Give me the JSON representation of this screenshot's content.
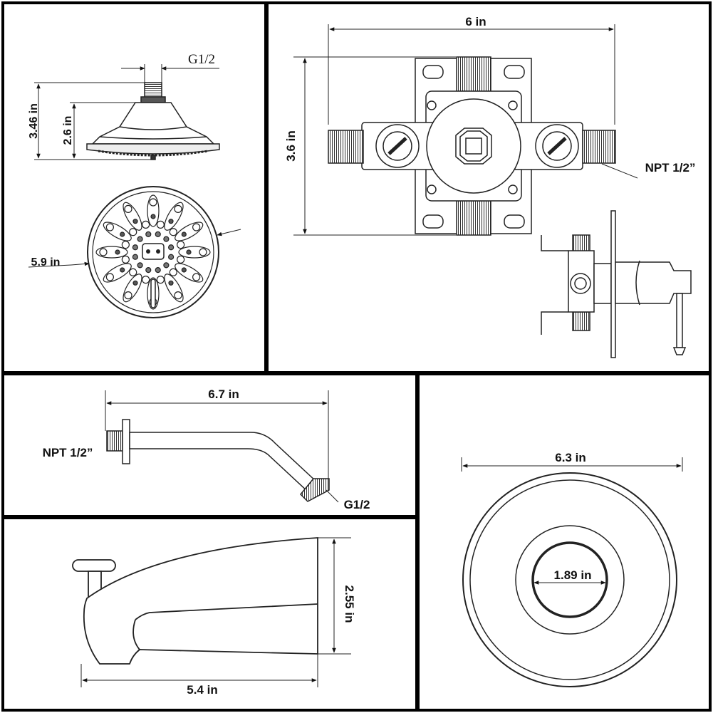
{
  "shower_head": {
    "thread": "G1/2",
    "total_height": "3.46 in",
    "head_height": "2.6 in",
    "diameter": "5.9 in"
  },
  "valve": {
    "width": "6 in",
    "height": "3.6 in",
    "inlet": "NPT 1/2”"
  },
  "shower_arm": {
    "length": "6.7 in",
    "inlet": "NPT 1/2”",
    "outlet": "G1/2"
  },
  "tub_spout": {
    "height": "2.55 in",
    "length": "5.4 in"
  },
  "escutcheon": {
    "outer_diameter": "6.3 in",
    "hole_diameter": "1.89 in"
  }
}
